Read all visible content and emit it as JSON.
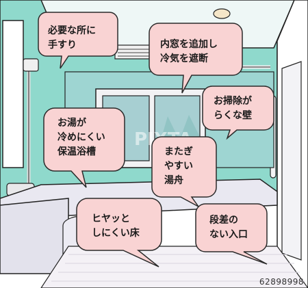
{
  "illustration": {
    "subject": "bathroom-interior",
    "colors": {
      "wall": "#8fd9cc",
      "wall_shade": "#7ccfc1",
      "floor": "#f4f1f6",
      "tub": "#e9e8f1",
      "window_glass": "#a7cfd2",
      "frame": "#f2f2f4",
      "line": "#222222",
      "bubble_fill": "#f9d3d3",
      "bubble_stroke": "#2a2a2a"
    }
  },
  "bubbles": [
    {
      "id": "handrail",
      "text": "必要な所に\n手すり"
    },
    {
      "id": "double-window",
      "text": "内窓を追加し\n冷気を遮断"
    },
    {
      "id": "easy-clean-wall",
      "text": "お掃除が\nらくな壁"
    },
    {
      "id": "insulated-tub",
      "text": "お湯が\n冷めにくい\n保温浴槽"
    },
    {
      "id": "easy-step-tub",
      "text": "またぎ\nやすい\n湯舟"
    },
    {
      "id": "non-slip-floor",
      "text": "ヒヤッと\nしにくい床"
    },
    {
      "id": "no-step-entrance",
      "text": "段差の\nない入口"
    }
  ],
  "watermark": {
    "text": "PIXTA"
  },
  "stock_id": "62898998"
}
